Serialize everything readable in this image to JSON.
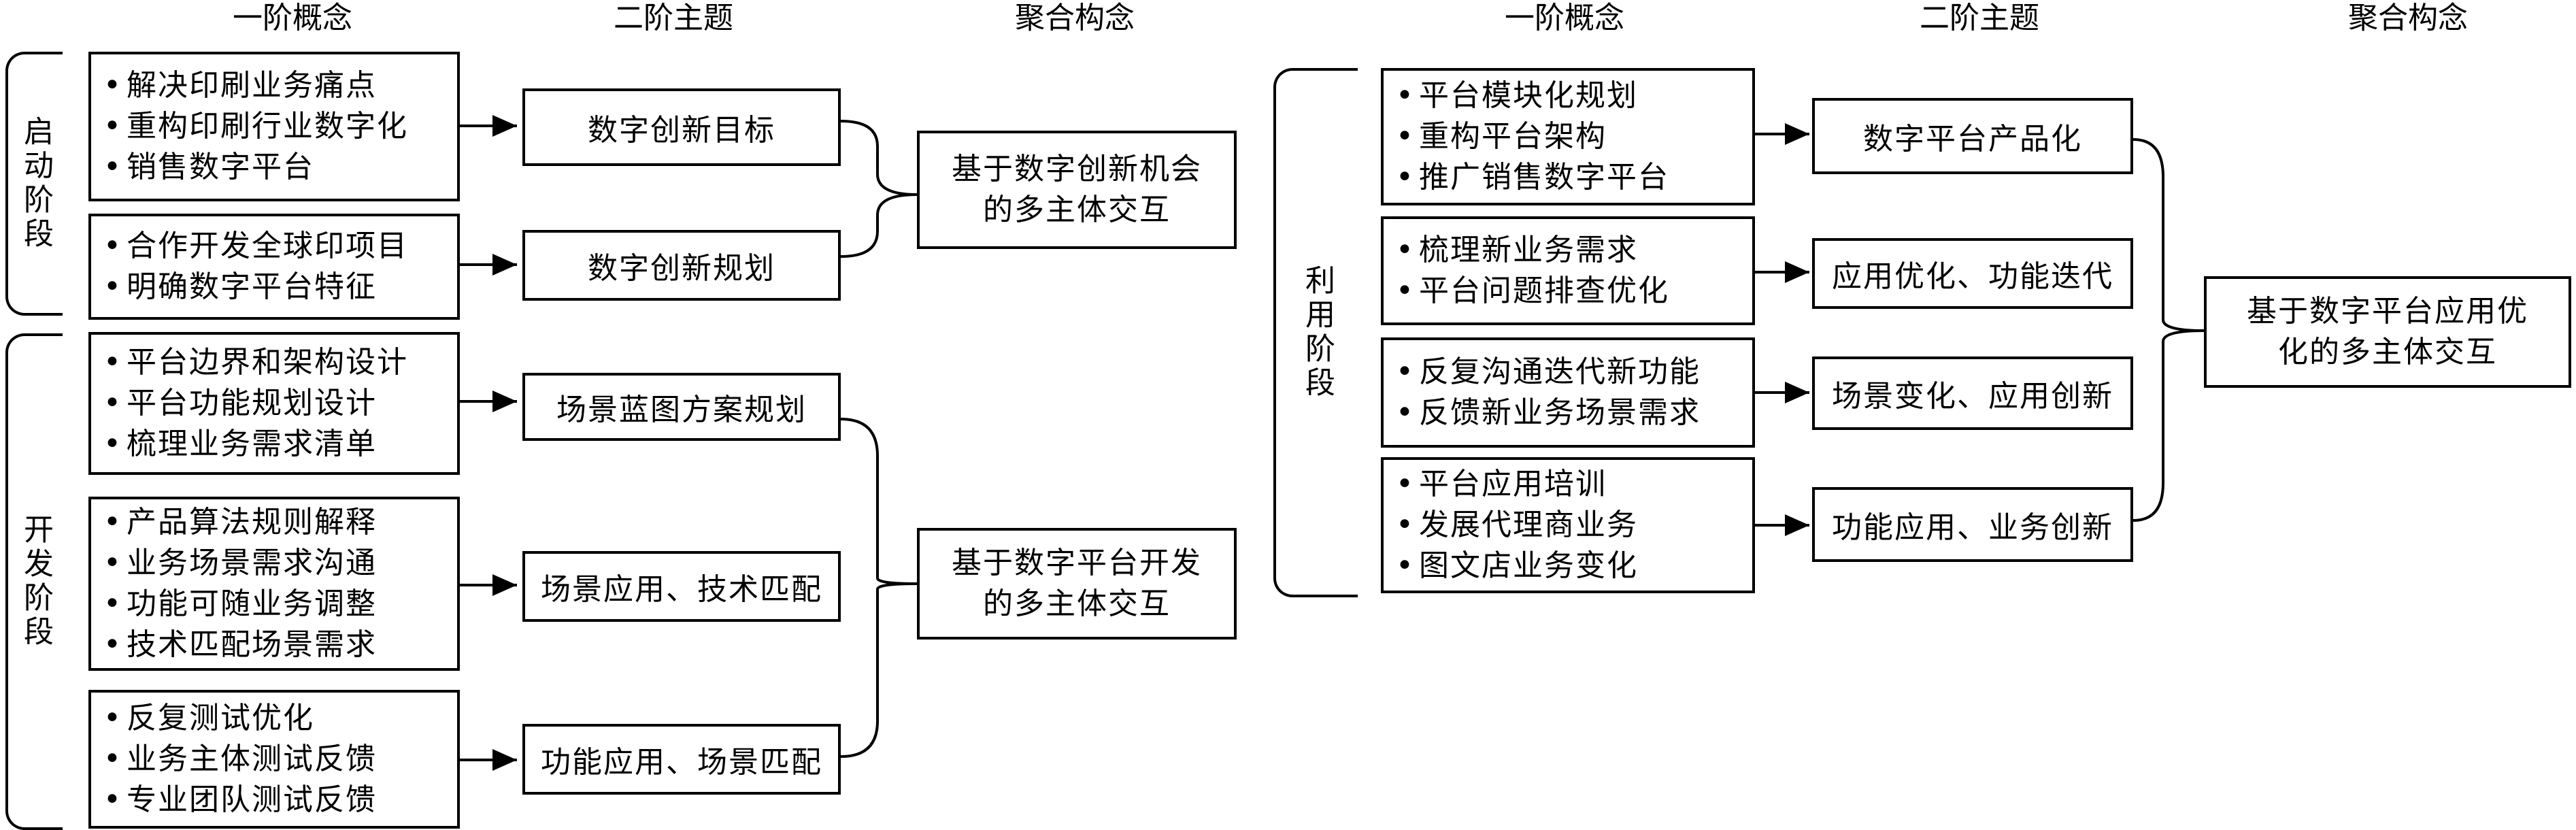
{
  "headers": {
    "left_concept": "一阶概念",
    "left_theme": "二阶主题",
    "left_agg": "聚合构念",
    "right_concept": "一阶概念",
    "right_theme": "二阶主题",
    "right_agg": "聚合构念"
  },
  "stages": {
    "start": "启动阶段",
    "develop": "开发阶段",
    "use": "利用阶段"
  },
  "left": {
    "concepts": [
      [
        "解决印刷业务痛点",
        "重构印刷行业数字化",
        "销售数字平台"
      ],
      [
        "合作开发全球印项目",
        "明确数字平台特征"
      ],
      [
        "平台边界和架构设计",
        "平台功能规划设计",
        "梳理业务需求清单"
      ],
      [
        "产品算法规则解释",
        "业务场景需求沟通",
        "功能可随业务调整",
        "技术匹配场景需求"
      ],
      [
        "反复测试优化",
        "业务主体测试反馈",
        "专业团队测试反馈"
      ]
    ],
    "themes": [
      "数字创新目标",
      "数字创新规划",
      "场景蓝图方案规划",
      "场景应用、技术匹配",
      "功能应用、场景匹配"
    ],
    "aggregates": [
      "基于数字创新机会的多主体交互",
      "基于数字平台开发的多主体交互"
    ]
  },
  "right": {
    "concepts": [
      [
        "平台模块化规划",
        "重构平台架构",
        "推广销售数字平台"
      ],
      [
        "梳理新业务需求",
        "平台问题排查优化"
      ],
      [
        "反复沟通迭代新功能",
        "反馈新业务场景需求"
      ],
      [
        "平台应用培训",
        "发展代理商业务",
        "图文店业务变化"
      ]
    ],
    "themes": [
      "数字平台产品化",
      "应用优化、功能迭代",
      "场景变化、应用创新",
      "功能应用、业务创新"
    ],
    "aggregate": "基于数字平台应用优化的多主体交互"
  }
}
